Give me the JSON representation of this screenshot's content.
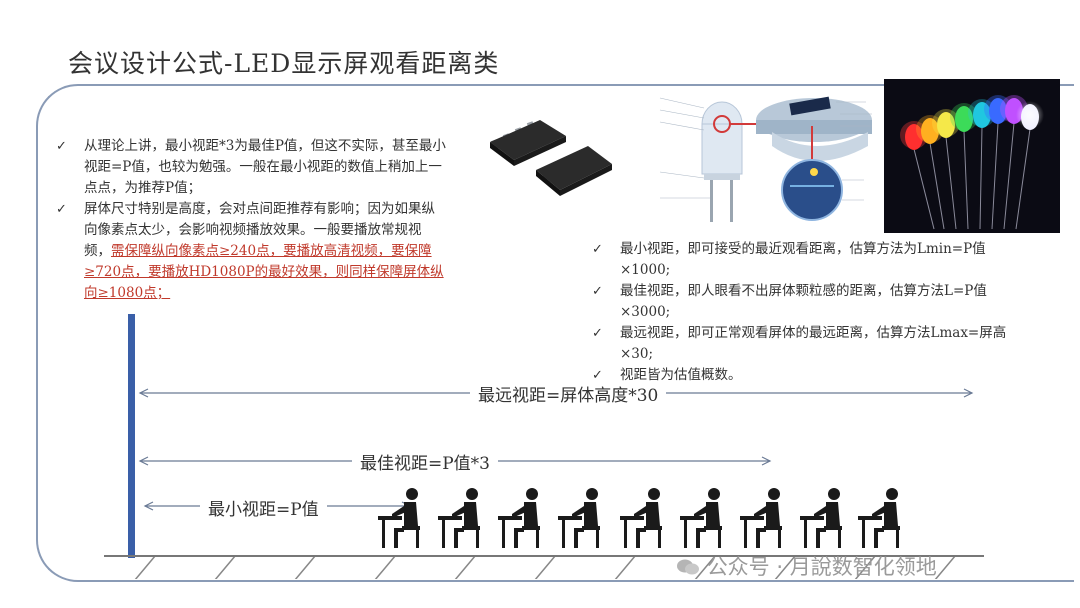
{
  "title": "会议设计公式-LED显示屏观看距离类",
  "left_bullets": [
    {
      "check": "✓",
      "text": "从理论上讲，最小视距*3为最佳P值，但这不实际，甚至最小视距=P值，也较为勉强。一般在最小视距的数值上稍加上一点点，为推荐P值；"
    },
    {
      "check": "✓",
      "text_a": "屏体尺寸特别是高度，会对点间距推荐有影响；因为如果纵向像素点太少，会影响视频播放效果。一般要播放常规视频，",
      "text_red": "需保障纵向像素点≥240点，要播放高清视频，要保障≥720点，要播放HD1080P的最好效果，则同样保障屏体纵向≥1080点；"
    }
  ],
  "right_bullets": [
    {
      "check": "✓",
      "text": "最小视距，即可接受的最近观看距离，估算方法为Lmin=P值×1000;"
    },
    {
      "check": "✓",
      "text": "最佳视距，即人眼看不出屏体颗粒感的距离，估算方法L=P值×3000;"
    },
    {
      "check": "✓",
      "text": "最远视距，即可正常观看屏体的最远距离，估算方法Lmax=屏高×30;"
    },
    {
      "check": "✓",
      "text": "视距皆为估值概数。"
    }
  ],
  "distances": {
    "far": "最远视距=屏体高度*30",
    "best": "最佳视距=P值*3",
    "min": "最小视距=P值"
  },
  "watermark": "公众号 · 月說数智化领地",
  "colors": {
    "frame": "#8a9bb6",
    "wall": "#3a5fa8",
    "person": "#1a1a1a",
    "highlight": "#c0392b"
  }
}
